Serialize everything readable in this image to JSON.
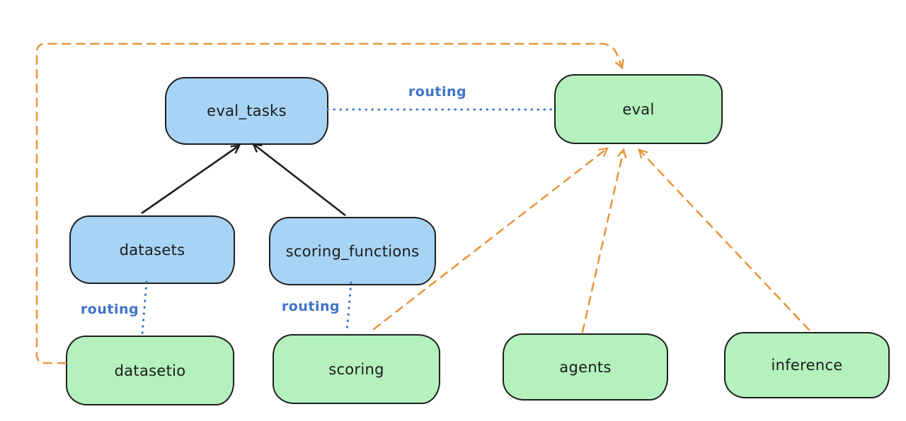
{
  "diagram": {
    "nodes": [
      {
        "id": "eval_tasks",
        "label": "eval_tasks",
        "category": "api"
      },
      {
        "id": "eval",
        "label": "eval",
        "category": "provider"
      },
      {
        "id": "datasets",
        "label": "datasets",
        "category": "api"
      },
      {
        "id": "scoring_functions",
        "label": "scoring_functions",
        "category": "api"
      },
      {
        "id": "datasetio",
        "label": "datasetio",
        "category": "provider"
      },
      {
        "id": "scoring",
        "label": "scoring",
        "category": "provider"
      },
      {
        "id": "agents",
        "label": "agents",
        "category": "provider"
      },
      {
        "id": "inference",
        "label": "inference",
        "category": "provider"
      }
    ],
    "edges": [
      {
        "from": "datasets",
        "to": "eval_tasks",
        "style": "solid",
        "label": ""
      },
      {
        "from": "scoring_functions",
        "to": "eval_tasks",
        "style": "solid",
        "label": ""
      },
      {
        "from": "eval_tasks",
        "to": "eval",
        "style": "dotted",
        "label": "routing"
      },
      {
        "from": "datasets",
        "to": "datasetio",
        "style": "dotted",
        "label": "routing"
      },
      {
        "from": "scoring_functions",
        "to": "scoring",
        "style": "dotted",
        "label": "routing"
      },
      {
        "from": "datasetio",
        "to": "eval",
        "style": "dashed",
        "label": ""
      },
      {
        "from": "scoring",
        "to": "eval",
        "style": "dashed",
        "label": ""
      },
      {
        "from": "agents",
        "to": "eval",
        "style": "dashed",
        "label": ""
      },
      {
        "from": "inference",
        "to": "eval",
        "style": "dashed",
        "label": ""
      }
    ],
    "colors": {
      "api_fill": "#a7d3f5",
      "provider_fill": "#b4f1bd",
      "stroke": "#1e1e1e",
      "routing_blue": "#3d74c8",
      "provider_orange": "#e8963f",
      "background": "#ffffff"
    }
  }
}
